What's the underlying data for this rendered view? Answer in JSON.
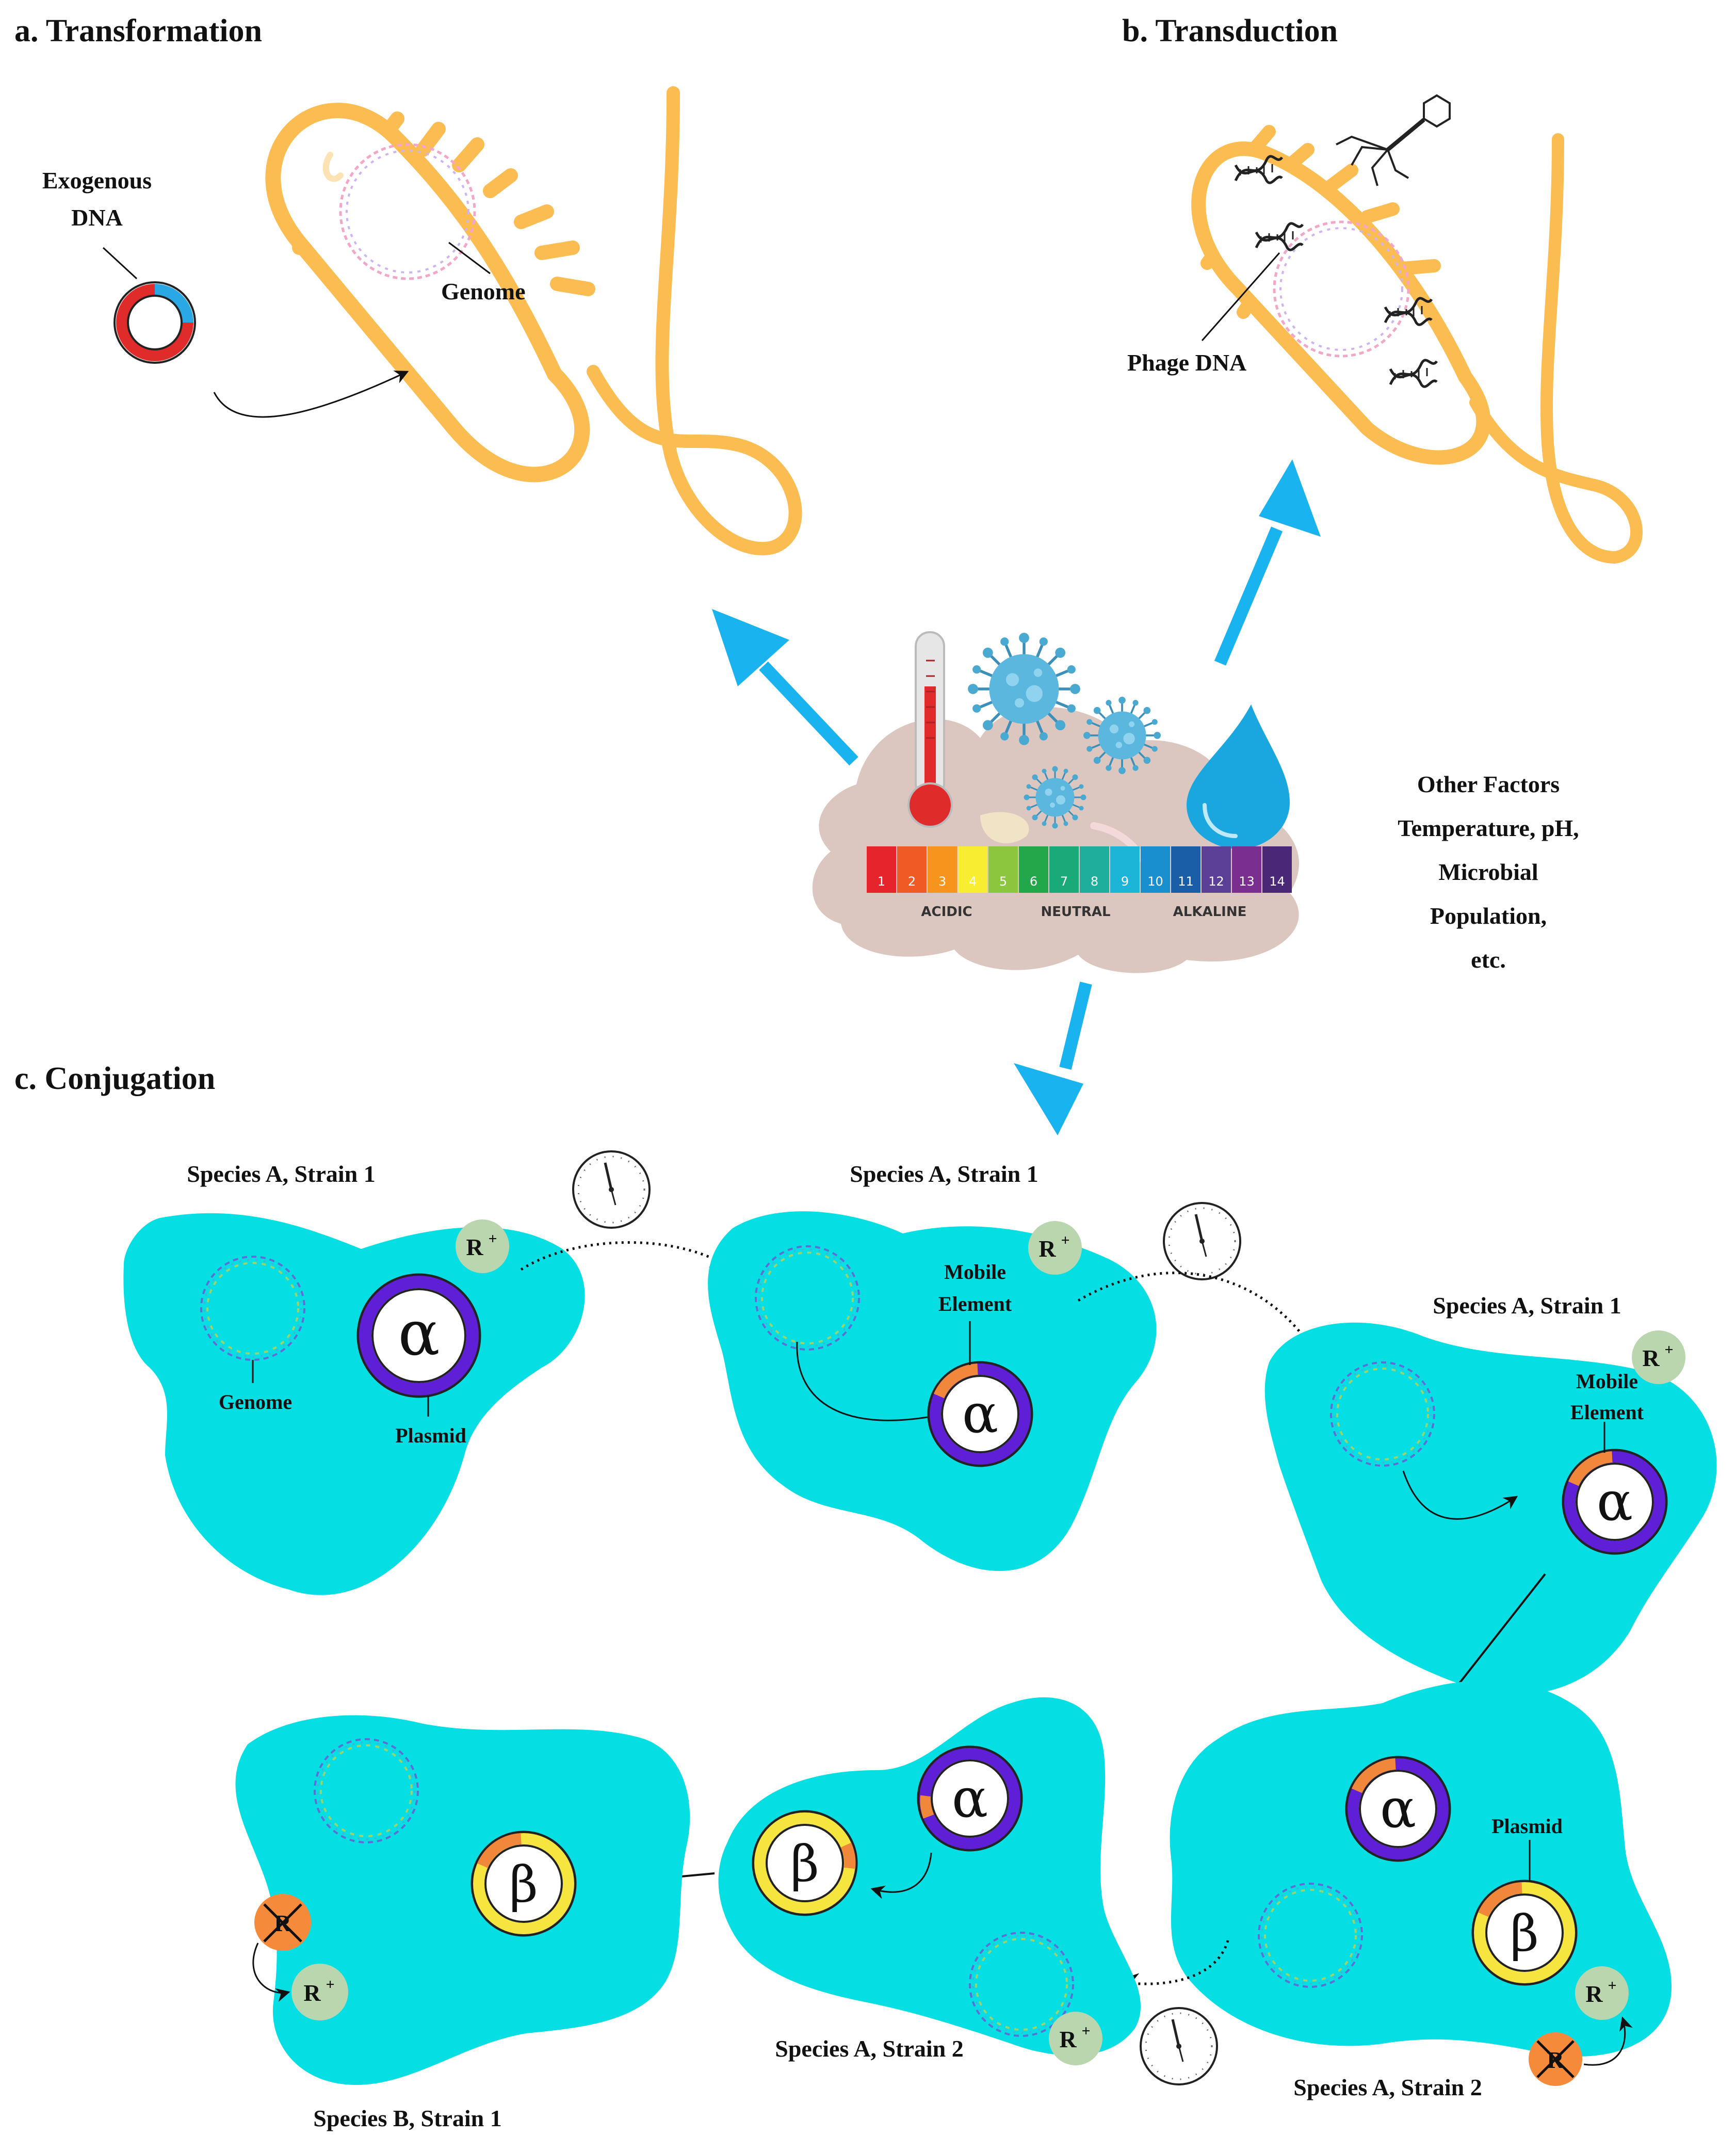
{
  "headings": {
    "transformation": "a. Transformation",
    "transduction": "b. Transduction",
    "conjugation": "c. Conjugation"
  },
  "transformation": {
    "exogenous_line1": "Exogenous",
    "exogenous_line2": "DNA",
    "genome": "Genome"
  },
  "transduction": {
    "phage_dna": "Phage DNA"
  },
  "factors": {
    "lines": [
      "Other Factors",
      "Temperature, pH,",
      "Microbial",
      "Population,",
      "etc."
    ]
  },
  "ph_scale": {
    "numbers": [
      "1",
      "2",
      "3",
      "4",
      "5",
      "6",
      "7",
      "8",
      "9",
      "10",
      "11",
      "12",
      "13",
      "14"
    ],
    "colors": [
      "#e5242b",
      "#f05a24",
      "#f7941d",
      "#f9ed32",
      "#8cc63f",
      "#22a84a",
      "#1aaa7a",
      "#1fae9c",
      "#1cb5d8",
      "#1a8fd0",
      "#1b5ea8",
      "#5c3f97",
      "#7a2e8f",
      "#4b2777"
    ],
    "acidic": "ACIDIC",
    "neutral": "NEUTRAL",
    "alkaline": "ALKALINE"
  },
  "conjugation": {
    "cell1_title": "Species A, Strain 1",
    "cell2_title": "Species A, Strain 1",
    "cell3_title": "Species A, Strain 1",
    "cell4_title": "Species A, Strain 2",
    "cell5_title": "Species A, Strain 2",
    "cell6_title": "Species B, Strain 1",
    "genome": "Genome",
    "plasmid": "Plasmid",
    "mobile_line1": "Mobile",
    "mobile_line2": "Element",
    "plasmid_b": "Plasmid",
    "alpha": "α",
    "beta": "β",
    "r_letter": "R",
    "r_plus": "+"
  },
  "colors": {
    "bacterium": "#fbbd52",
    "cell": "#05dfe3",
    "arrow": "#19b3f0",
    "alpha_ring": "#5e1fd6",
    "beta_ring": "#f7e53f",
    "mobile_element": "#f0873a",
    "r_plus_badge": "#b9d6ae",
    "r_minus_badge": "#f58a3b"
  },
  "icons": [
    "thermometer-icon",
    "virus-icon",
    "water-drop-icon",
    "clock-icon",
    "dna-helix-icon",
    "bacteriophage-icon"
  ]
}
